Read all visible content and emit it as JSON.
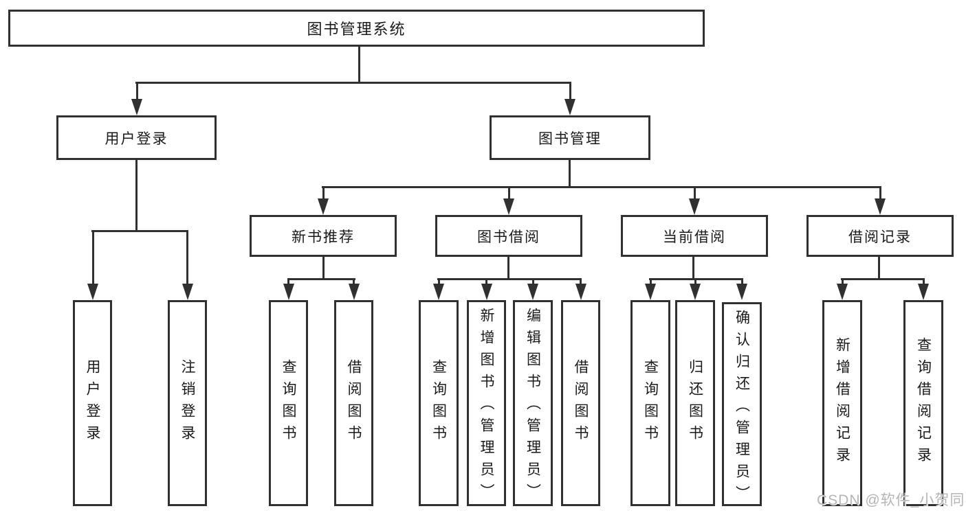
{
  "diagram": {
    "colors": {
      "line": "#303030",
      "text": "#1a1a1a",
      "box_background": "#ffffff",
      "watermark_text": "#b5b5b5"
    },
    "root": {
      "label": "图书管理系统"
    },
    "level2": [
      {
        "label": "用户登录"
      },
      {
        "label": "图书管理"
      }
    ],
    "level3": [
      {
        "label": "新书推荐"
      },
      {
        "label": "图书借阅"
      },
      {
        "label": "当前借阅"
      },
      {
        "label": "借阅记录"
      }
    ],
    "leaves": [
      {
        "label": "用户登录",
        "parent": "用户登录"
      },
      {
        "label": "注销登录",
        "parent": "用户登录"
      },
      {
        "label": "查询图书",
        "parent": "新书推荐"
      },
      {
        "label": "借阅图书",
        "parent": "新书推荐"
      },
      {
        "label": "查询图书",
        "parent": "图书借阅"
      },
      {
        "label": "新增图书（管理员）",
        "parent": "图书借阅"
      },
      {
        "label": "编辑图书（管理员）",
        "parent": "图书借阅"
      },
      {
        "label": "借阅图书",
        "parent": "图书借阅"
      },
      {
        "label": "查询图书",
        "parent": "当前借阅"
      },
      {
        "label": "归还图书",
        "parent": "当前借阅"
      },
      {
        "label": "确认归还（管理员）",
        "parent": "当前借阅"
      },
      {
        "label": "新增借阅记录",
        "parent": "借阅记录"
      },
      {
        "label": "查询借阅记录",
        "parent": "借阅记录"
      }
    ],
    "watermark": "CSDN @软件_小贺同学"
  }
}
